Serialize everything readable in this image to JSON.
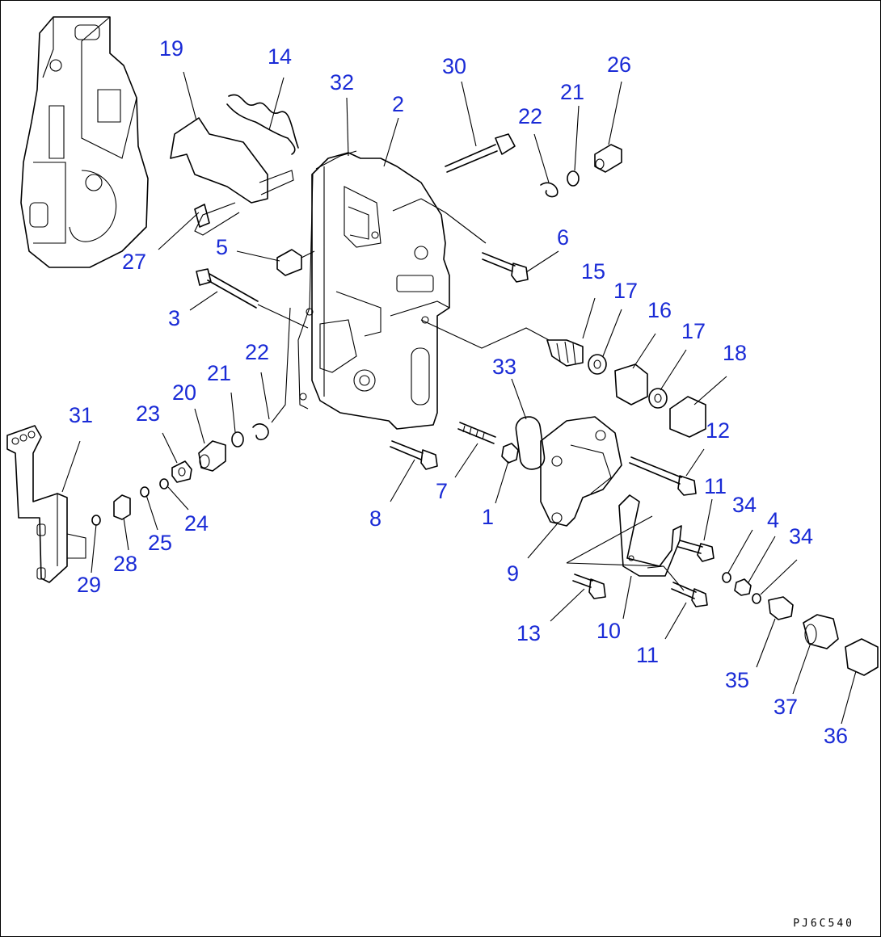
{
  "diagram": {
    "drawing_code": "PJ6C540",
    "label_color": "#1a2bd6",
    "line_color": "#000000",
    "callouts": [
      "19",
      "14",
      "32",
      "2",
      "30",
      "22",
      "21",
      "26",
      "27",
      "5",
      "6",
      "3",
      "15",
      "17",
      "16",
      "17",
      "18",
      "22",
      "21",
      "20",
      "23",
      "33",
      "31",
      "12",
      "11",
      "34",
      "4",
      "34",
      "7",
      "1",
      "8",
      "24",
      "25",
      "28",
      "29",
      "9",
      "13",
      "10",
      "11",
      "35",
      "37",
      "36"
    ]
  }
}
